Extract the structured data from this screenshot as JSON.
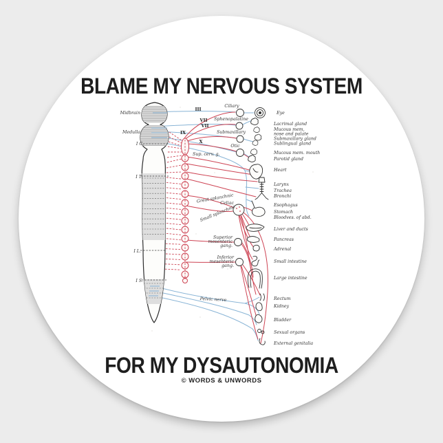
{
  "colors": {
    "bg": "#ececec",
    "sticker": "#ffffff",
    "title": "#1e1e1e",
    "red": "#cd4252",
    "blue": "#87b3d5"
  },
  "header": {
    "title": "BLAME MY NERVOUS SYSTEM"
  },
  "footer": {
    "title": "FOR MY DYSAUTONOMIA",
    "credit": "© WORDS & UNWORDS"
  },
  "diagram": {
    "cord": [
      "Midbrain",
      "Medulla",
      "I C.",
      "I T.",
      "I L.",
      "I S."
    ],
    "nerve_roots": [
      "III",
      "VII",
      "VII",
      "IX",
      "X"
    ],
    "chain": "Sup. cerv. g.",
    "ganglia": [
      "Ciliary",
      "Sphenopalatine",
      "Submaxillary",
      "Otic",
      "Celiac"
    ],
    "sup_mes": [
      "Superior",
      "mesenteric",
      "gang."
    ],
    "inf_mes": [
      "Inferior",
      "mesenteric",
      "gang."
    ],
    "nerves": [
      "Great splanchnic",
      "Small splanchnic",
      "Pelvic nerve"
    ],
    "organs": [
      "Eye",
      "Lacrimal gland",
      "Mucous mem,",
      "nose and palate",
      "Submaxillary gland",
      "Sublingual gland",
      "Mucous mem. mouth",
      "Parotid gland",
      "Heart",
      "Larynx",
      "Trachea",
      "Bronchi",
      "Esophagus",
      "Stomach",
      "Bloodves. of abd.",
      "Liver and ducts",
      "Pancreas",
      "Adrenal",
      "Small intestine",
      "Large intestine",
      "Rectum",
      "Kidney",
      "Bladder",
      "Sexual organs",
      "External genitalia"
    ]
  }
}
